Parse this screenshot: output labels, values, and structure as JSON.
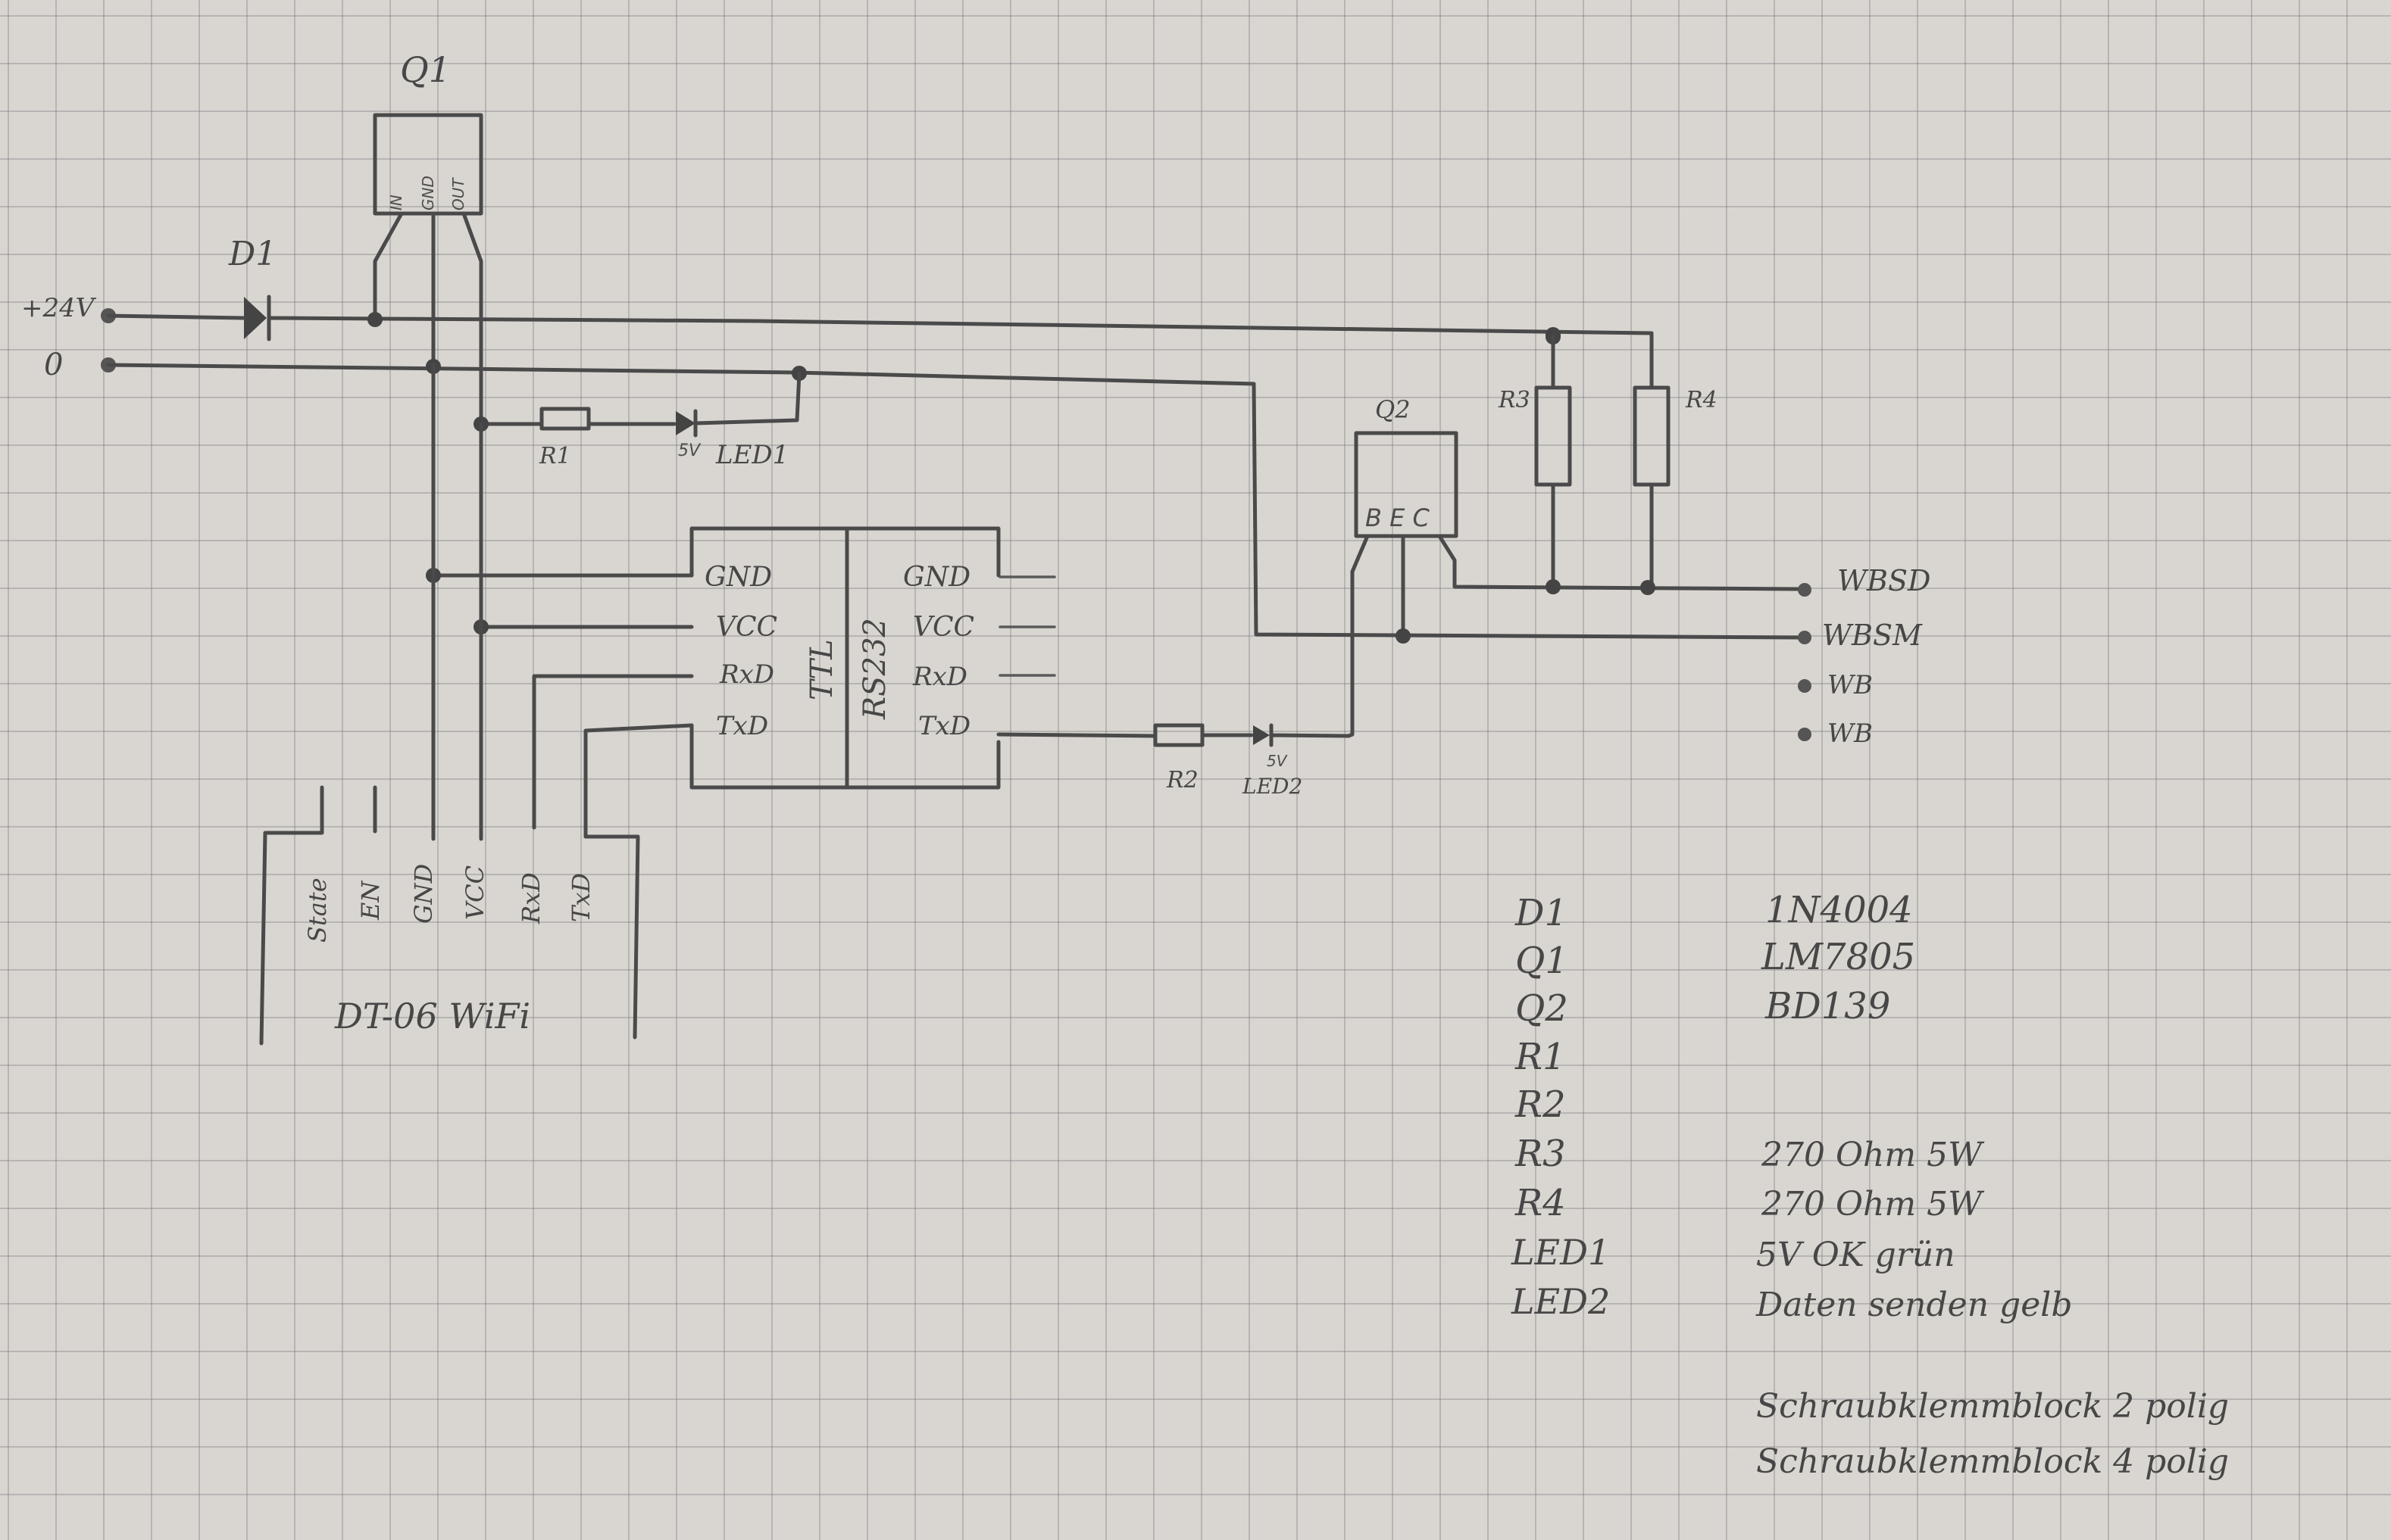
{
  "labels": {
    "q1": "Q1",
    "q1_pins": [
      "IN",
      "GND",
      "OUT"
    ],
    "d1": "D1",
    "supply_plus": "+24V",
    "supply_zero": "0",
    "r1": "R1",
    "led1_v": "5V",
    "led1": "LED1",
    "q2": "Q2",
    "q2_pins": "B E C",
    "r3": "R3",
    "r4": "R4",
    "conv_left_pins": [
      "GND",
      "VCC",
      "RxD",
      "TxD"
    ],
    "conv_ttl": "TTL",
    "conv_rs232": "RS232",
    "conv_right_pins": [
      "GND",
      "VCC",
      "RxD",
      "TxD"
    ],
    "r2": "R2",
    "led2_v": "5V",
    "led2": "LED2",
    "terminals": [
      "WBSD",
      "WBSM",
      "WB",
      "WB"
    ],
    "module_pins": [
      "State",
      "EN",
      "GND",
      "VCC",
      "RxD",
      "TxD"
    ],
    "module": "DT-06 WiFi"
  },
  "parts_list": [
    {
      "ref": "D1",
      "value": "1N4004"
    },
    {
      "ref": "Q1",
      "value": "LM7805"
    },
    {
      "ref": "Q2",
      "value": "BD139"
    },
    {
      "ref": "R1",
      "value": ""
    },
    {
      "ref": "R2",
      "value": ""
    },
    {
      "ref": "R3",
      "value": "270 Ohm   5W"
    },
    {
      "ref": "R4",
      "value": "270 Ohm   5W"
    },
    {
      "ref": "LED1",
      "value": "5V OK grün"
    },
    {
      "ref": "LED2",
      "value": "Daten senden gelb"
    }
  ],
  "notes": [
    "Schraubklemmblock 2 polig",
    "Schraubklemmblock 4 polig"
  ],
  "colors": {
    "paper": "#d9d6d1",
    "grid": "#8a8892",
    "pencil": "#4a4a4a"
  }
}
